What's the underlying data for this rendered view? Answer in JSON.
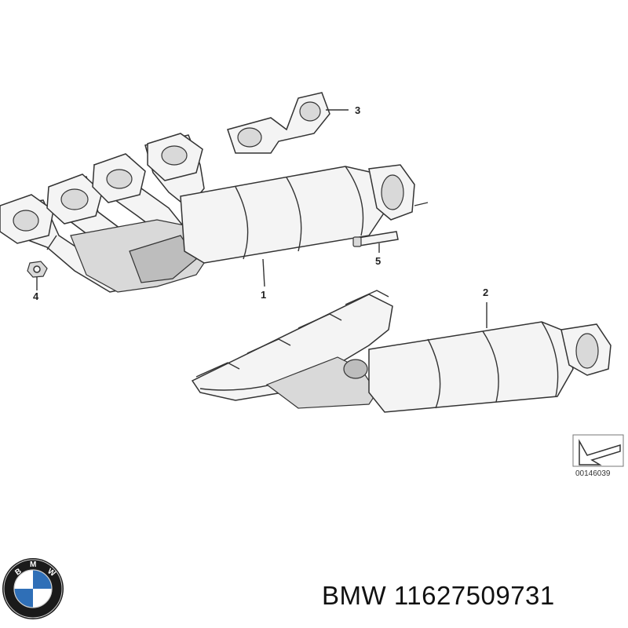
{
  "callouts": [
    {
      "id": "1",
      "label": "1"
    },
    {
      "id": "2",
      "label": "2"
    },
    {
      "id": "3",
      "label": "3"
    },
    {
      "id": "4",
      "label": "4"
    },
    {
      "id": "5",
      "label": "5"
    }
  ],
  "reference_code": "00146039",
  "caption": {
    "brand": "BMW",
    "part_number": "11627509731",
    "text": "BMW 11627509731"
  },
  "logo": {
    "letters": "BMW",
    "colors": {
      "blue": "#2f6fb7",
      "white": "#ffffff",
      "ring": "#1a1a1a"
    }
  }
}
